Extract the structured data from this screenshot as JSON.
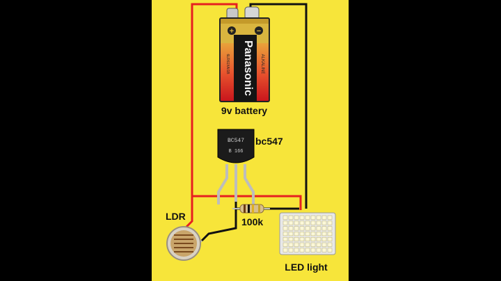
{
  "labels": {
    "battery": "9v battery",
    "transistor": "bc547",
    "resistor": "100k",
    "ldr": "LDR",
    "led": "LED light"
  },
  "battery": {
    "brand": "Panasonic",
    "line1": "ALKALINE",
    "line2": "6LR61XA/1B",
    "positive_mark": "+",
    "negative_mark": "−"
  },
  "transistor_marking": {
    "line1": "BC547",
    "line2": "B 166"
  },
  "colors": {
    "background": "#f7e53a",
    "side_bars": "#000000",
    "wire_red": "#e62020",
    "wire_black": "#111111"
  }
}
